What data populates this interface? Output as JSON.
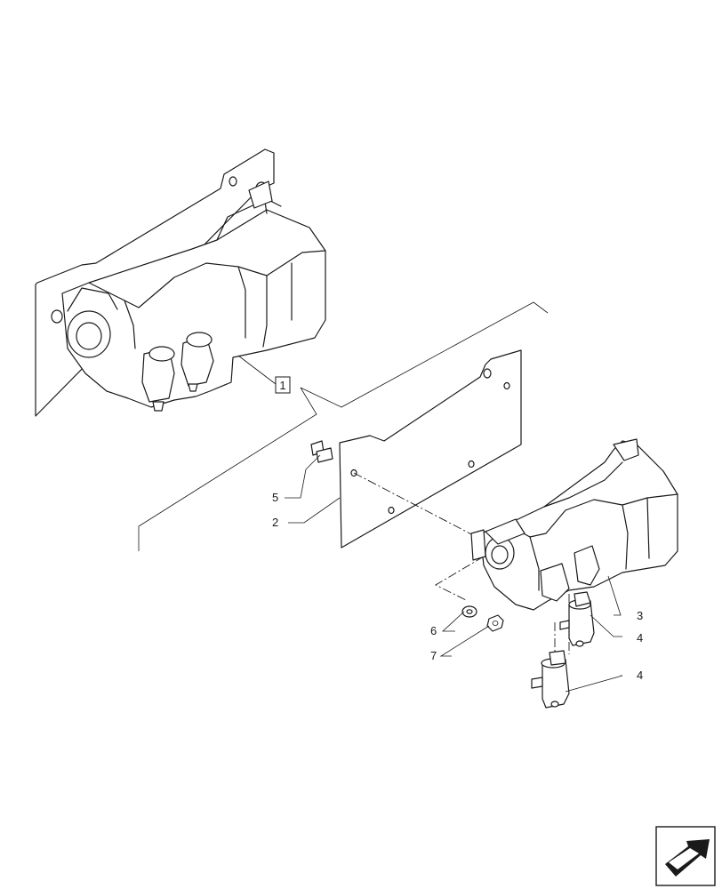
{
  "callouts": {
    "c1": "1",
    "c2": "2",
    "c3": "3",
    "c4a": "4",
    "c4b": "4",
    "c5": "5",
    "c6": "6",
    "c7": "7"
  },
  "icons": {
    "nav": "next-page-arrow-icon"
  }
}
